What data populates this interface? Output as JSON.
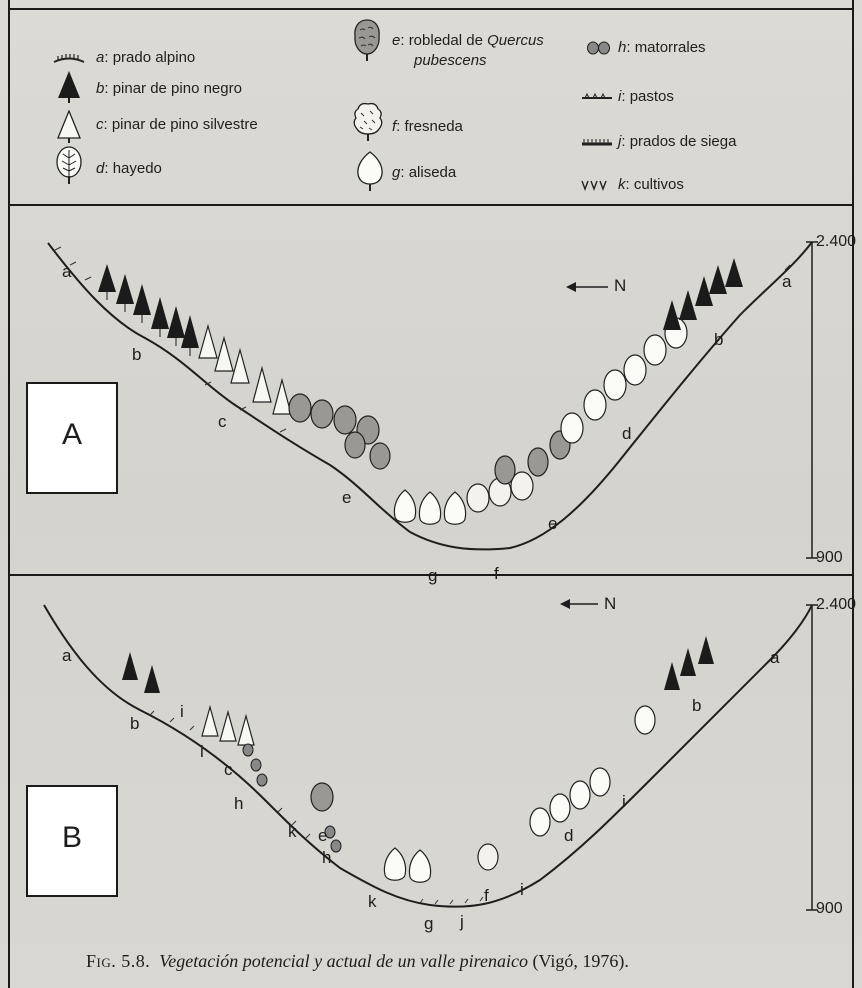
{
  "legend": [
    {
      "key": "a",
      "desc": "prado alpino",
      "icon": "alpine-meadow-icon"
    },
    {
      "key": "b",
      "desc": "pinar de pino negro",
      "icon": "black-pine-icon"
    },
    {
      "key": "c",
      "desc": "pinar de pino silvestre",
      "icon": "scots-pine-icon"
    },
    {
      "key": "d",
      "desc": "hayedo",
      "icon": "beech-icon"
    },
    {
      "key": "e",
      "desc": "robledal de ",
      "desc_italic": "Quercus",
      "desc2": "pubescens",
      "icon": "oak-icon"
    },
    {
      "key": "f",
      "desc": "fresneda",
      "icon": "ash-icon"
    },
    {
      "key": "g",
      "desc": "aliseda",
      "icon": "alder-icon"
    },
    {
      "key": "h",
      "desc": "matorrales",
      "icon": "shrub-icon"
    },
    {
      "key": "i",
      "desc": "pastos",
      "icon": "pasture-icon"
    },
    {
      "key": "j",
      "desc": "prados de siega",
      "icon": "hay-meadow-icon"
    },
    {
      "key": "k",
      "desc": "cultivos",
      "icon": "crops-icon"
    }
  ],
  "panel_a": {
    "box_label": "A",
    "north_label": "N",
    "elev_top": "2.400",
    "elev_bottom": "900",
    "zone_labels": [
      "a",
      "b",
      "c",
      "e",
      "g",
      "f",
      "e",
      "d",
      "b",
      "a"
    ]
  },
  "panel_b": {
    "box_label": "B",
    "north_label": "N",
    "elev_top": "2.400",
    "elev_bottom": "900",
    "zone_labels": [
      "a",
      "b",
      "i",
      "i",
      "c",
      "h",
      "k",
      "e",
      "h",
      "k",
      "g",
      "j",
      "f",
      "i",
      "d",
      "i",
      "b",
      "a"
    ]
  },
  "caption": {
    "fig": "Fig. 5.8.",
    "title": "Vegetación potencial y actual de un valle pirenaico",
    "source": "(Vigó, 1976)."
  }
}
